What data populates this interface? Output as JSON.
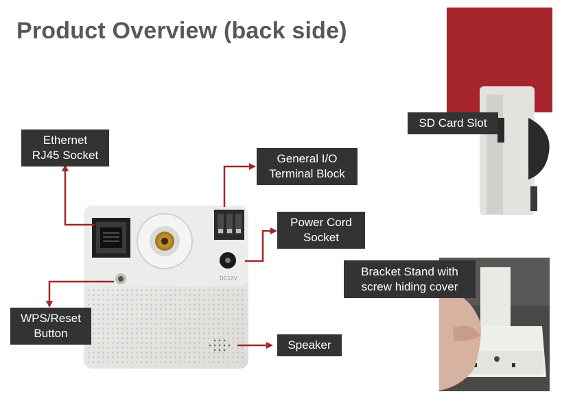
{
  "slide": {
    "title": "Product Overview (back side)"
  },
  "labels": {
    "ethernet": "Ethernet\nRJ45 Socket",
    "general_io": "General I/O\nTerminal Block",
    "power_cord": "Power Cord\nSocket",
    "wps_reset": "WPS/Reset\nButton",
    "speaker": "Speaker",
    "sd_card": "SD Card Slot",
    "bracket": "Bracket Stand with\nscrew hiding cover"
  },
  "colors": {
    "title": "#585858",
    "label_bg": "#333333",
    "label_text": "#ffffff",
    "arrow": "#a3242a",
    "red_panel": "#a6242b",
    "device_body": "#e6e6e4"
  },
  "device_text": {
    "power_marking": "DC12V"
  }
}
